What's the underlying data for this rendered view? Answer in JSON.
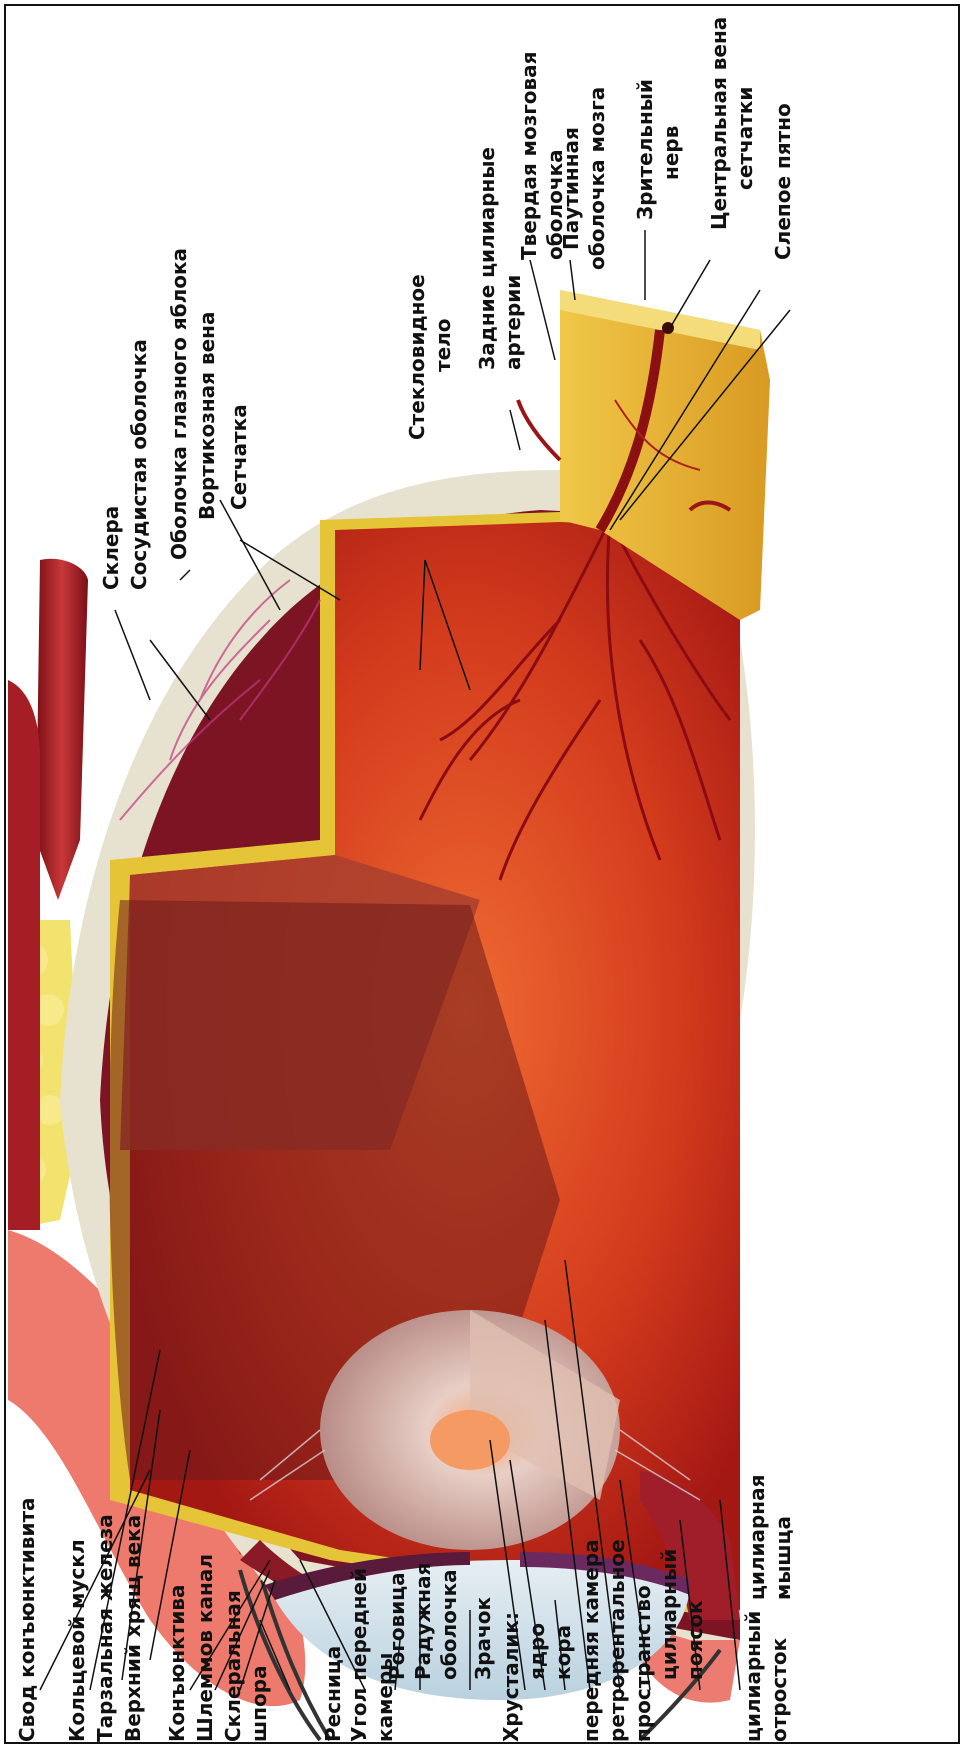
{
  "labels": {
    "svod": "Свод конъюнктивита",
    "koltsevoy": "Кольцевой мускл",
    "tarzalnaya": "Тарзальная железа",
    "verkhniy": "Верхний хрящ века",
    "konyunktiva": "Конъюнктива",
    "shlemmov": "Шлеммов канал",
    "skleralnaya1": "Склеральная",
    "skleralnaya2": "шпора",
    "resnitsa": "Ресница",
    "ugol1": "Угол передней",
    "ugol2": "камеры",
    "rogovitsa": "Роговица",
    "raduzhnaya1": "Радужная",
    "raduzhnaya2": "оболочка",
    "zrachok": "Зрачок",
    "khrustalik": "Хрусталик:",
    "yadro": "ядро",
    "kora": "кора",
    "perednyaya": "передняя камера",
    "retrorentalnoe1": "ретрорентальное",
    "retrorentalnoe2": "пространство",
    "poyasok1": "цилиарный",
    "poyasok2": "поясок",
    "otrostok1": "цилиарный",
    "otrostok2": "отросток",
    "myshtsa1": "цилиарная",
    "myshtsa2": "мышца",
    "sklera": "Склера",
    "sosudistaya": "Сосудистая оболочка",
    "obolochka_yabloka": "Оболочка глазного яблока",
    "vortikoznaya": "Вортикозная вена",
    "setchatka": "Сетчатка",
    "steklovidnoe1": "Стекловидное",
    "steklovidnoe2": "тело",
    "zadnie1": "Задние цилиарные",
    "zadnie2": "артерии",
    "tverdaya1": "Твердая мозговая",
    "tverdaya2": "оболочка",
    "pautinnaya1": "Паутинная",
    "pautinnaya2": "оболочка мозга",
    "zritelny1": "Зрительный",
    "zritelny2": "нерв",
    "tsentralnaya1": "Центральная вена",
    "tsentralnaya2": "сетчатки",
    "slepoe": "Слепое пятно"
  },
  "colors": {
    "sclera": "#e9e4d2",
    "retina": "#e6c436",
    "vitreous": "#c8321c",
    "choroid": "#7a1424",
    "cornea": "#cfe0ea",
    "lens": "#d8b2a6",
    "nerve": "#e7b63a",
    "fat": "#f1e06a",
    "lid": "#e86860"
  }
}
